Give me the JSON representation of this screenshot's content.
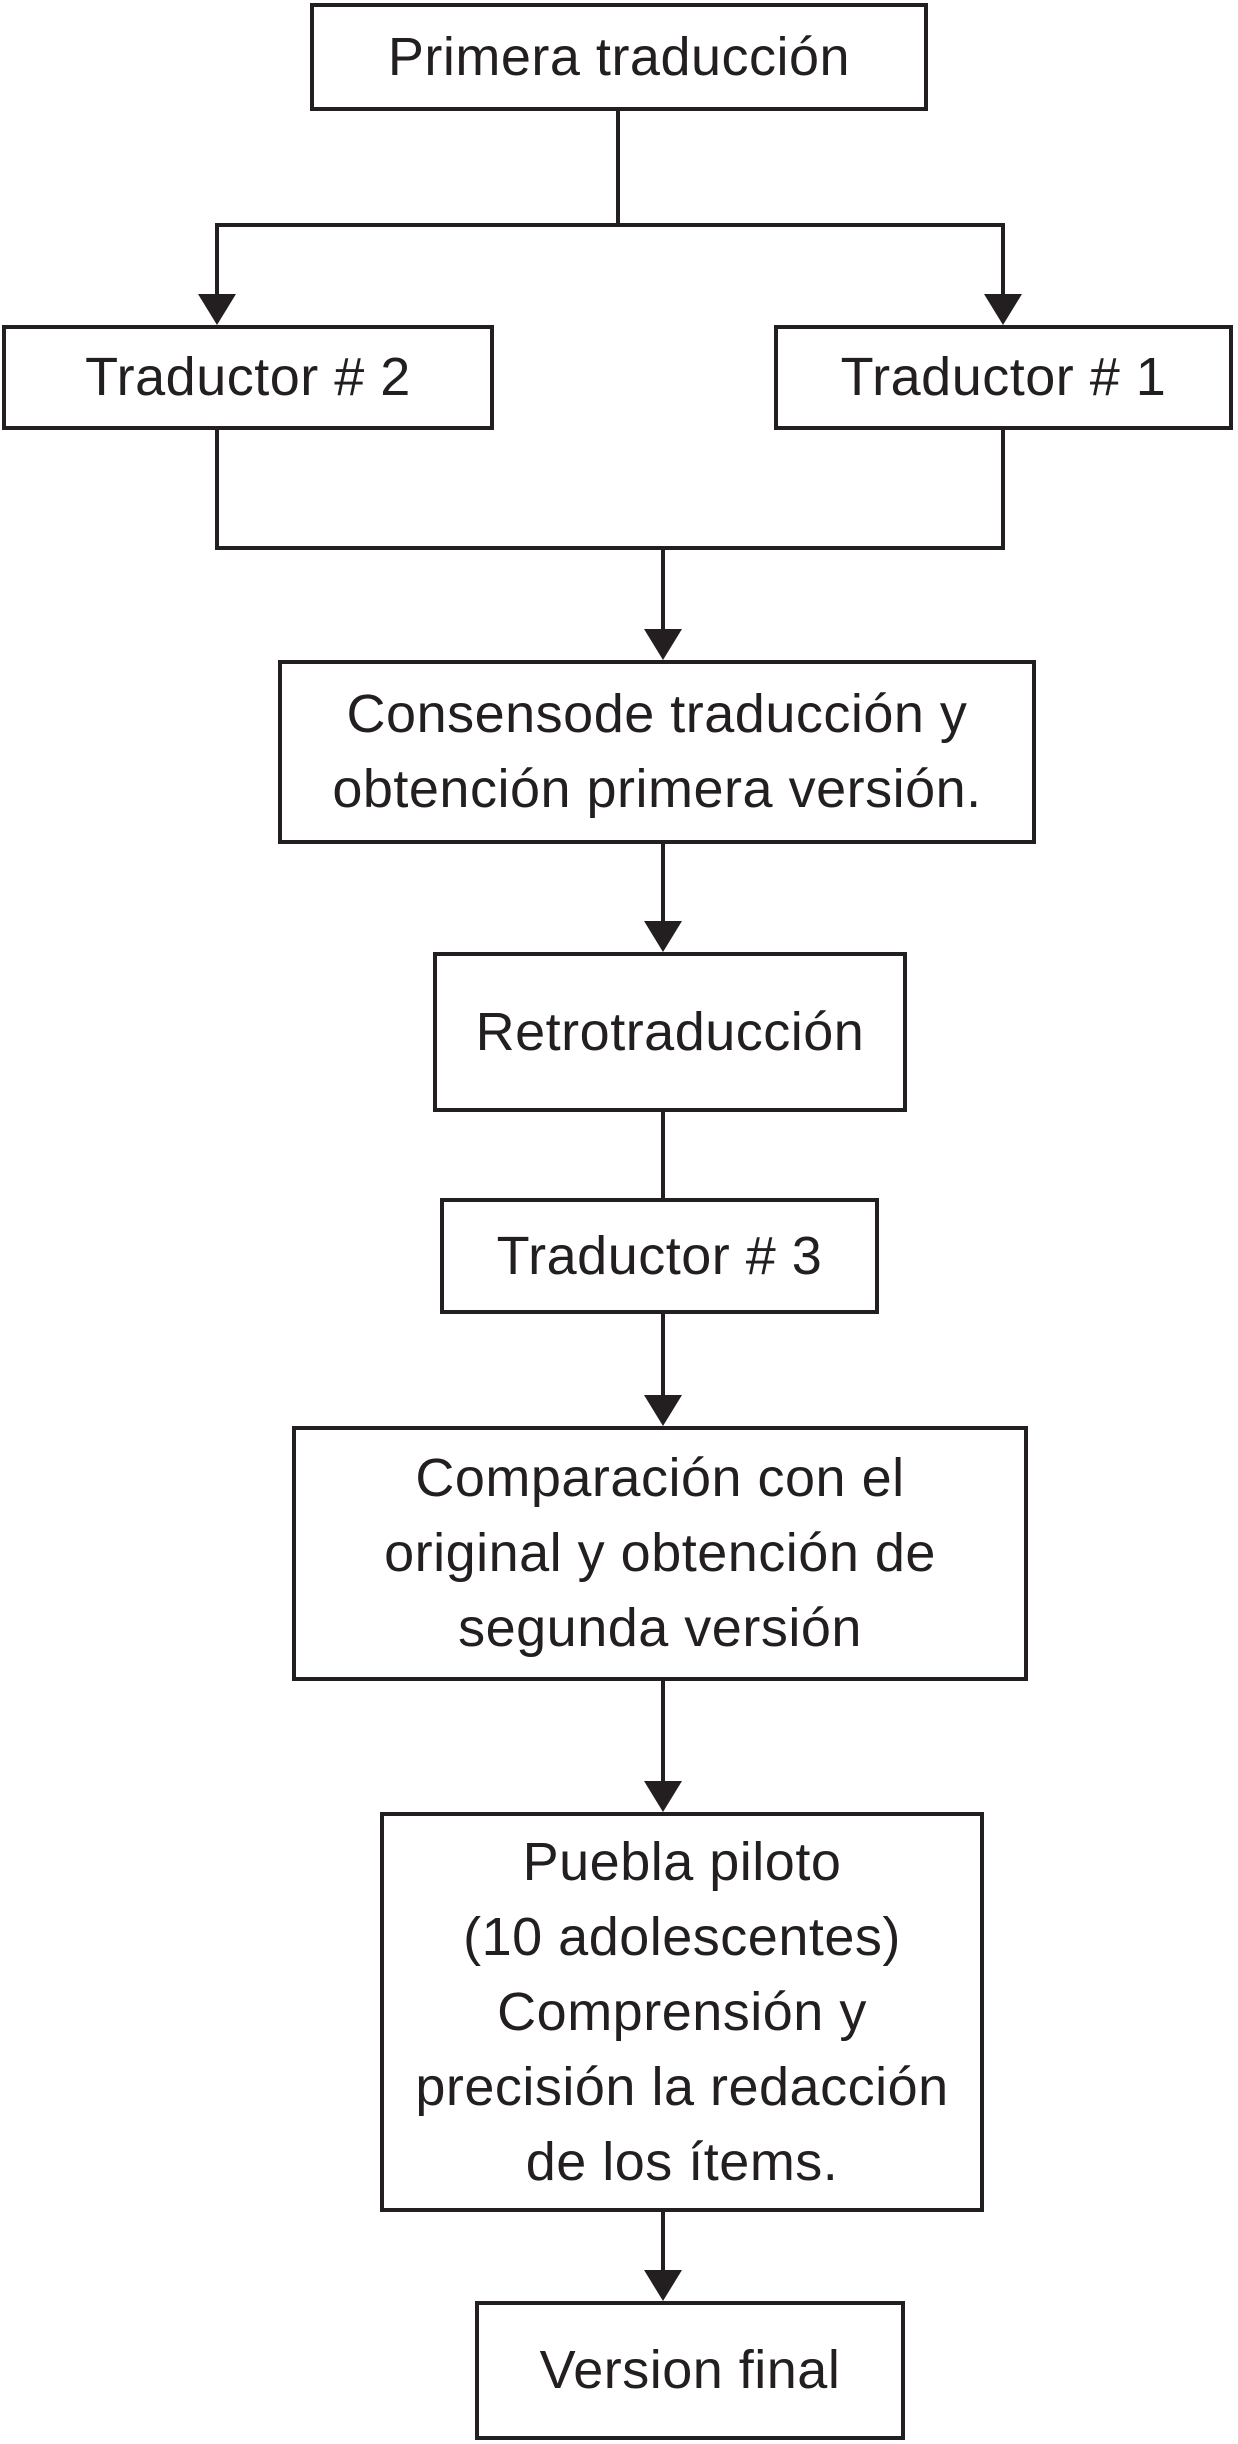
{
  "page": {
    "background_color": "#ffffff",
    "ink_color": "#231f20",
    "type": "flowchart"
  },
  "flowchart": {
    "nodes": [
      {
        "id": "primera-traduccion",
        "label": "Primera traducción"
      },
      {
        "id": "traductor-2",
        "label": "Traductor # 2"
      },
      {
        "id": "traductor-1",
        "label": "Traductor # 1"
      },
      {
        "id": "consenso-traduccion",
        "label": "Consensode traducción y\nobtención primera versión."
      },
      {
        "id": "retrotraduccion",
        "label": "Retrotraducción"
      },
      {
        "id": "traductor-3",
        "label": "Traductor # 3"
      },
      {
        "id": "comparacion-original",
        "label": "Comparación con el\noriginal y obtención de\nsegunda versión"
      },
      {
        "id": "prueba-piloto",
        "label": "Puebla piloto\n(10 adolescentes)\nComprensión y\nprecisión la redacción\nde los ítems."
      },
      {
        "id": "version-final",
        "label": "Version final"
      }
    ],
    "edges": [
      {
        "from": "primera-traduccion",
        "to": "traductor-2",
        "arrow": true
      },
      {
        "from": "primera-traduccion",
        "to": "traductor-1",
        "arrow": true
      },
      {
        "from": "traductor-2",
        "to": "consenso-traduccion",
        "arrow": true
      },
      {
        "from": "traductor-1",
        "to": "consenso-traduccion",
        "arrow": true
      },
      {
        "from": "consenso-traduccion",
        "to": "retrotraduccion",
        "arrow": true
      },
      {
        "from": "retrotraduccion",
        "to": "traductor-3",
        "arrow": false
      },
      {
        "from": "traductor-3",
        "to": "comparacion-original",
        "arrow": true
      },
      {
        "from": "comparacion-original",
        "to": "prueba-piloto",
        "arrow": true
      },
      {
        "from": "prueba-piloto",
        "to": "version-final",
        "arrow": true
      }
    ]
  }
}
